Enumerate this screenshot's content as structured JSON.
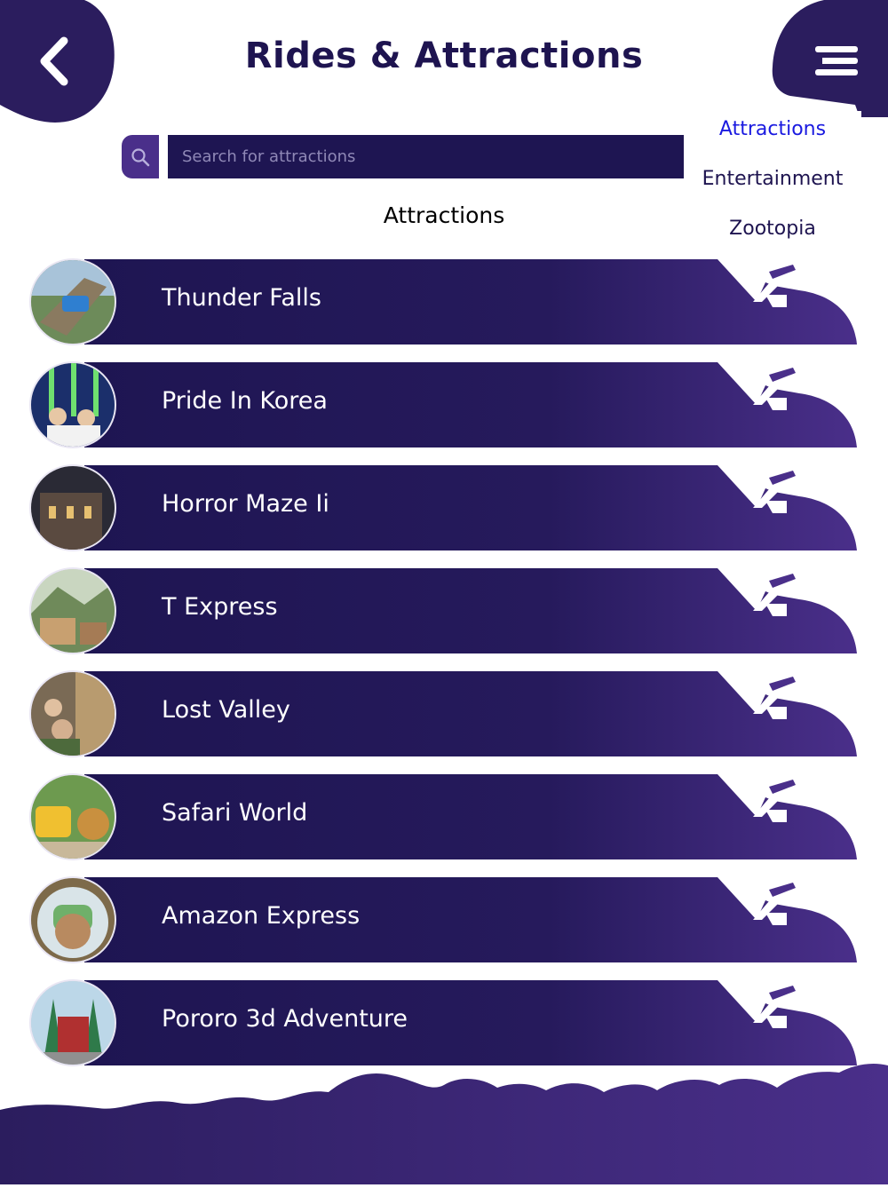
{
  "header": {
    "title": "Rides & Attractions",
    "back_icon": "chevron-left-icon",
    "menu_icon": "list-menu-icon"
  },
  "search": {
    "placeholder": "Search for attractions",
    "icon": "search-icon"
  },
  "categories": [
    {
      "label": "Attractions",
      "active": true
    },
    {
      "label": "Entertainment",
      "active": false
    },
    {
      "label": "Zootopia",
      "active": false
    }
  ],
  "section_title": "Attractions",
  "attractions": [
    {
      "name": "Thunder Falls"
    },
    {
      "name": "Pride In Korea"
    },
    {
      "name": "Horror Maze Ii"
    },
    {
      "name": "T Express"
    },
    {
      "name": "Lost Valley"
    },
    {
      "name": "Safari World"
    },
    {
      "name": "Amazon Express"
    },
    {
      "name": "Pororo 3d Adventure"
    }
  ],
  "colors": {
    "brand_dark": "#1e1552",
    "brand_purple": "#4a2f8a",
    "active_tab": "#1a1ae0"
  }
}
